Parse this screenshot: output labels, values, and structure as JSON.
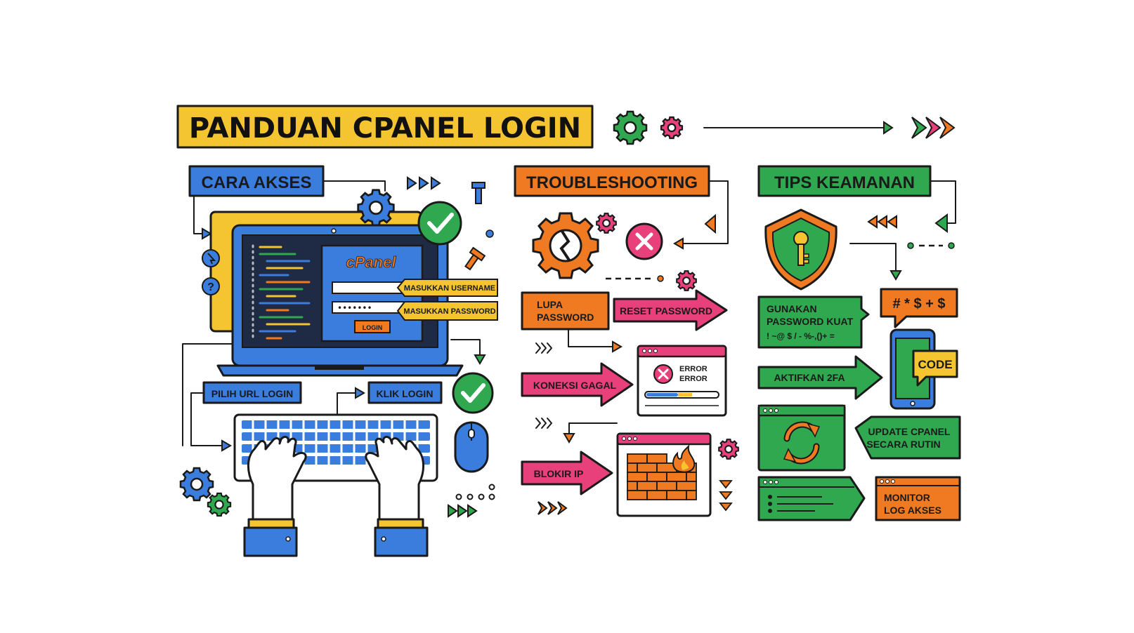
{
  "title": "PANDUAN CPANEL LOGIN",
  "colors": {
    "yellow": "#F5C531",
    "blue": "#3B7DDD",
    "orange": "#F07A22",
    "green": "#2FA84F",
    "pink": "#E8407A",
    "dark": "#1a1a1a"
  },
  "cara_akses": {
    "heading": "CARA AKSES",
    "logo": "cPanel",
    "username_label": "MASUKKAN USERNAME",
    "password_label": "MASUKKAN PASSWORD",
    "password_mask": "•••••••",
    "login_button": "LOGIN",
    "pilih_url": "PILIH URL LOGIN",
    "klik_login": "KLIK LOGIN"
  },
  "troubleshooting": {
    "heading": "TROUBLESHOOTING",
    "lupa_line1": "LUPA",
    "lupa_line2": "PASSWORD",
    "reset": "RESET PASSWORD",
    "koneksi": "KONEKSI GAGAL",
    "error_line1": "ERROR",
    "error_line2": "ERROR",
    "blokir": "BLOKIR IP"
  },
  "tips_keamanan": {
    "heading": "TIPS KEAMANAN",
    "kuat_line1": "GUNAKAN",
    "kuat_line2": "PASSWORD KUAT",
    "kuat_line3": "! ~@ $ / - %-,()+ =",
    "symbols": "# * $ + $",
    "twofa": "AKTIFKAN 2FA",
    "code": "CODE",
    "update_line1": "UPDATE CPANEL",
    "update_line2": "SECARA RUTIN",
    "monitor_line1": "MONITOR",
    "monitor_line2": "LOG AKSES"
  }
}
